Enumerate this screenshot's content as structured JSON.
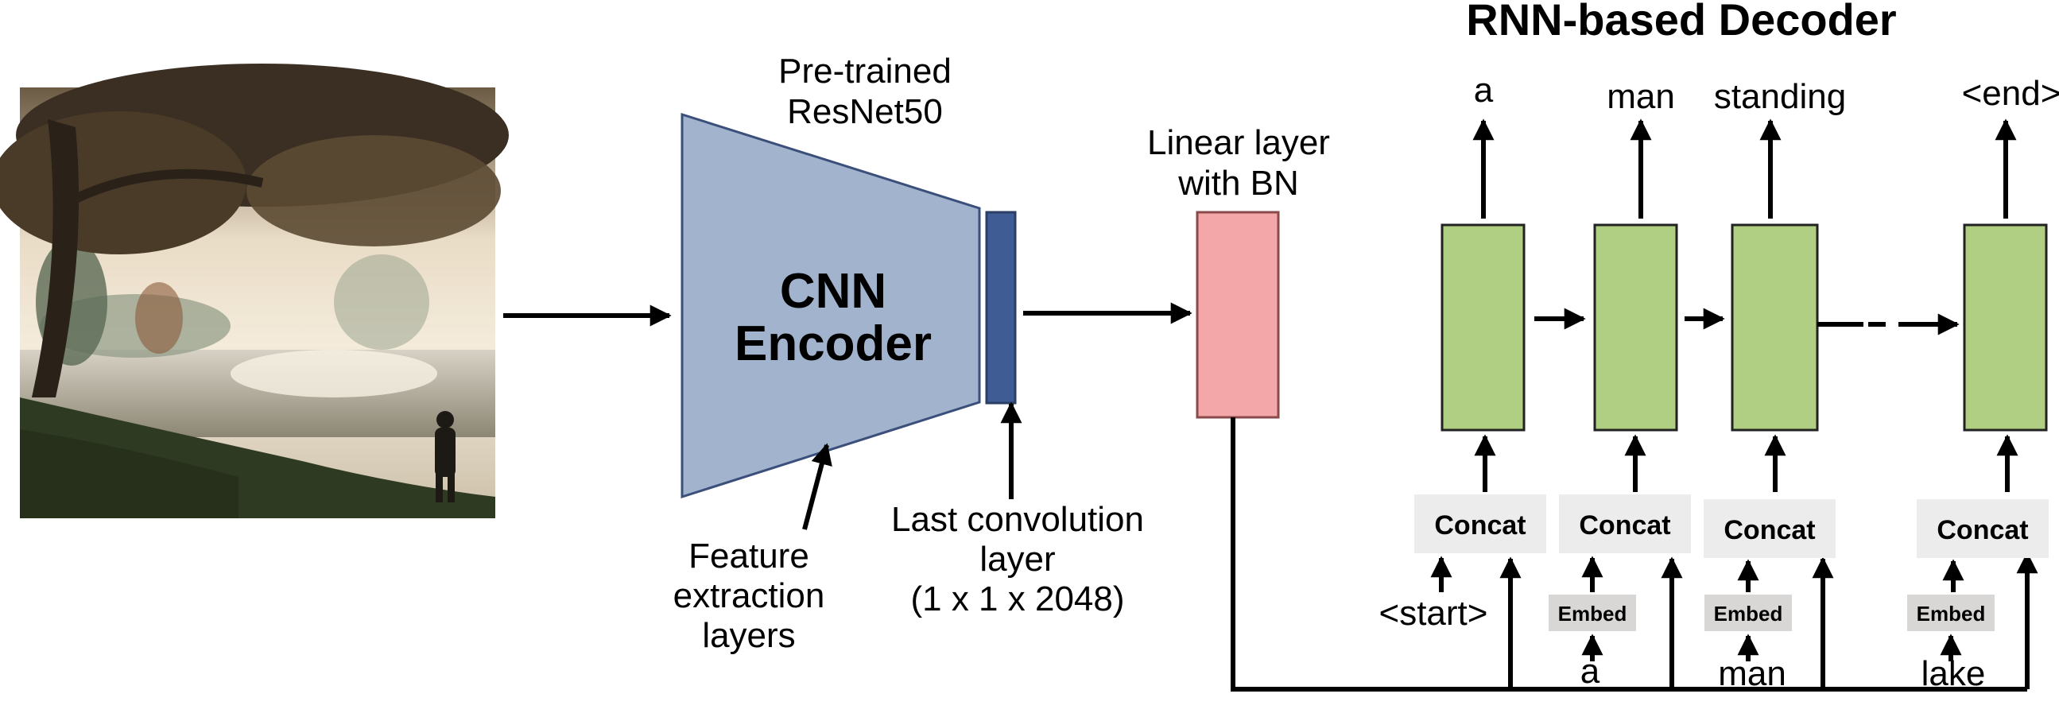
{
  "decoder_title": "RNN-based Decoder",
  "encoder": {
    "pretrained_label": [
      "Pre-trained",
      "ResNet50"
    ],
    "name_lines": [
      "CNN",
      "Encoder"
    ],
    "feature_label": [
      "Feature",
      "extraction",
      "layers"
    ],
    "last_conv_label": [
      "Last convolution",
      "layer",
      "(1 x 1 x 2048)"
    ]
  },
  "linear_layer_label": [
    "Linear layer",
    "with BN"
  ],
  "outputs": [
    "a",
    "man",
    "standing",
    "<end>"
  ],
  "concat_label": "Concat",
  "embed_label": "Embed",
  "start_token": "<start>",
  "inputs": [
    "a",
    "man",
    "lake"
  ],
  "photo_icon": "landscape-photo-icon",
  "colors": {
    "encoder_fill": "#a2b3ce",
    "encoder_stroke": "#3a4f7a",
    "conv_layer": "#3f5c94",
    "linear_layer": "#f4a7a8",
    "lstm_cell": "#b1cf82",
    "concat_box": "#ececec",
    "embed_box": "#d9d7d6"
  }
}
